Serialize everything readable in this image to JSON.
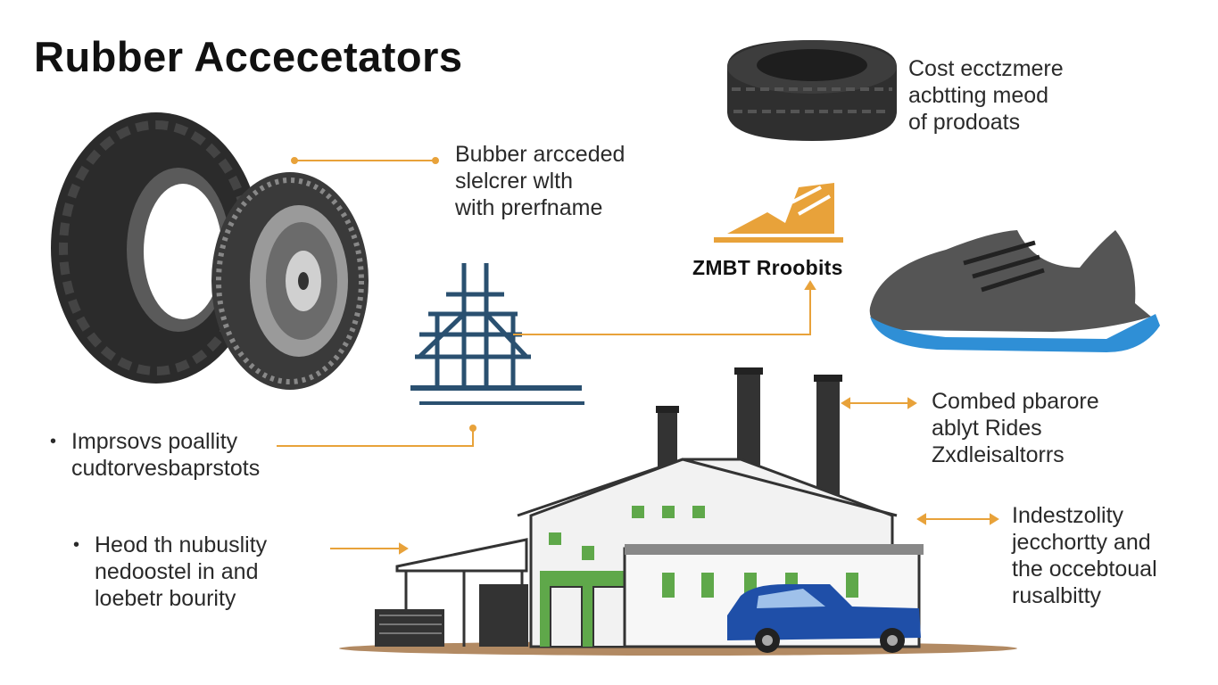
{
  "title": "Rubber Accecetators",
  "callouts": {
    "top_right": "Cost ecctzmere\nacbtting meod\nof prodoats",
    "tire": "Bubber arcceded\nslelcrer wlth\nwith prerfname",
    "brand": "ZMBT Rroobits",
    "left_1": "Imprsovs poallity\ncudtorvesbaprstots",
    "right_1": "Combed pbarore\nablyt Rides\nZxdleisaltorrs",
    "left_2": "Heod th nubuslity\nnedoostel in and\nloebetr bourity",
    "right_2": "Indestzolity\njecchortty and\nthe occebtoual\nrusalbitty"
  },
  "colors": {
    "accent_orange": "#e8a23a",
    "tire_dark": "#2b2b2b",
    "factory_green": "#5fa84a",
    "truck_blue": "#1f4fa8",
    "shoe_sole_blue": "#2f8fd6"
  },
  "icons": [
    "tire-icon",
    "factory-icon",
    "shoe-icon",
    "truck-icon",
    "rubber-ring-icon",
    "scaffold-icon",
    "mountain-logo-icon"
  ]
}
